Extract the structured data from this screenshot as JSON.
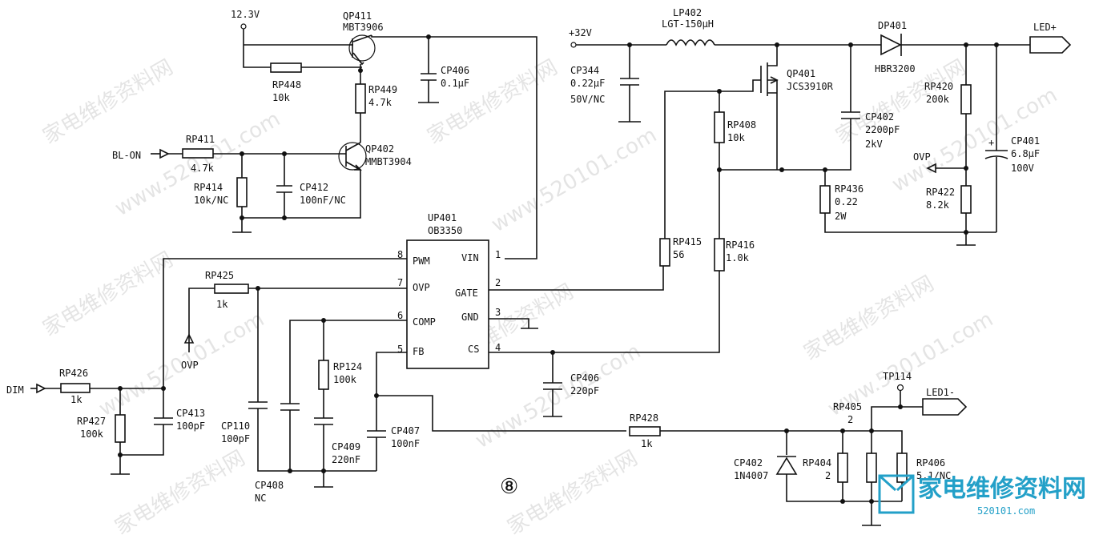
{
  "watermarks": [
    "家电维修资料网",
    "www.520101.com"
  ],
  "supply": {
    "v123": "12.3V",
    "v32": "+32V"
  },
  "ports": {
    "bl_on": "BL-ON",
    "dim": "DIM",
    "led_plus": "LED+",
    "led1_minus": "LED1-",
    "ovp_in": "OVP",
    "ovp_out": "OVP",
    "tp114": "TP114"
  },
  "ic": {
    "ref": "UP401",
    "part": "OB3350",
    "pins_left": [
      {
        "num": "8",
        "name": "PWM"
      },
      {
        "num": "7",
        "name": "OVP"
      },
      {
        "num": "6",
        "name": "COMP"
      },
      {
        "num": "5",
        "name": "FB"
      }
    ],
    "pins_right": [
      {
        "num": "1",
        "name": "VIN"
      },
      {
        "num": "2",
        "name": "GATE"
      },
      {
        "num": "3",
        "name": "GND"
      },
      {
        "num": "4",
        "name": "CS"
      }
    ]
  },
  "components": {
    "qp411": {
      "ref": "QP411",
      "val": "MBT3906"
    },
    "qp402": {
      "ref": "QP402",
      "val": "MMBT3904"
    },
    "qp401": {
      "ref": "QP401",
      "val": "JCS3910R"
    },
    "rp448": {
      "ref": "RP448",
      "val": "10k"
    },
    "rp449": {
      "ref": "RP449",
      "val": "4.7k"
    },
    "cp406a": {
      "ref": "CP406",
      "val": "0.1μF"
    },
    "rp411": {
      "ref": "RP411",
      "val": "4.7k"
    },
    "rp414": {
      "ref": "RP414",
      "val": "10k/NC"
    },
    "cp412": {
      "ref": "CP412",
      "val": "100nF/NC"
    },
    "cp344": {
      "ref": "CP344",
      "val": "0.22μF",
      "val2": "50V/NC"
    },
    "lp402": {
      "ref": "LP402",
      "val": "LGT-150μH"
    },
    "dp401": {
      "ref": "DP401",
      "val": "HBR3200"
    },
    "rp408": {
      "ref": "RP408",
      "val": "10k"
    },
    "cp402a": {
      "ref": "CP402",
      "val": "2200pF",
      "val2": "2kV"
    },
    "rp420": {
      "ref": "RP420",
      "val": "200k"
    },
    "cp401": {
      "ref": "CP401",
      "val": "6.8μF",
      "val2": "100V"
    },
    "rp436": {
      "ref": "RP436",
      "val": "0.22",
      "val2": "2W"
    },
    "rp422": {
      "ref": "RP422",
      "val": "8.2k"
    },
    "rp415": {
      "ref": "RP415",
      "val": "56"
    },
    "rp416": {
      "ref": "RP416",
      "val": "1.0k"
    },
    "rp425": {
      "ref": "RP425",
      "val": "1k"
    },
    "rp426": {
      "ref": "RP426",
      "val": "1k"
    },
    "rp427": {
      "ref": "RP427",
      "val": "100k"
    },
    "cp413": {
      "ref": "CP413",
      "val": "100pF"
    },
    "cp110": {
      "ref": "CP110",
      "val": "100pF"
    },
    "cp408": {
      "ref": "CP408",
      "val": "NC"
    },
    "rp124": {
      "ref": "RP124",
      "val": "100k"
    },
    "cp409": {
      "ref": "CP409",
      "val": "220nF"
    },
    "cp407": {
      "ref": "CP407",
      "val": "100nF"
    },
    "cp406b": {
      "ref": "CP406",
      "val": "220pF"
    },
    "rp428": {
      "ref": "RP428",
      "val": "1k"
    },
    "rp405": {
      "ref": "RP405",
      "val": "2"
    },
    "cp402b": {
      "ref": "CP402",
      "val": "1N4007"
    },
    "rp404": {
      "ref": "RP404",
      "val": "2"
    },
    "rp406": {
      "ref": "RP406",
      "val": "5.1/NC"
    }
  },
  "figure_number": "⑧",
  "logo": {
    "text": "家电维修资料网",
    "sub": "520101.com"
  }
}
